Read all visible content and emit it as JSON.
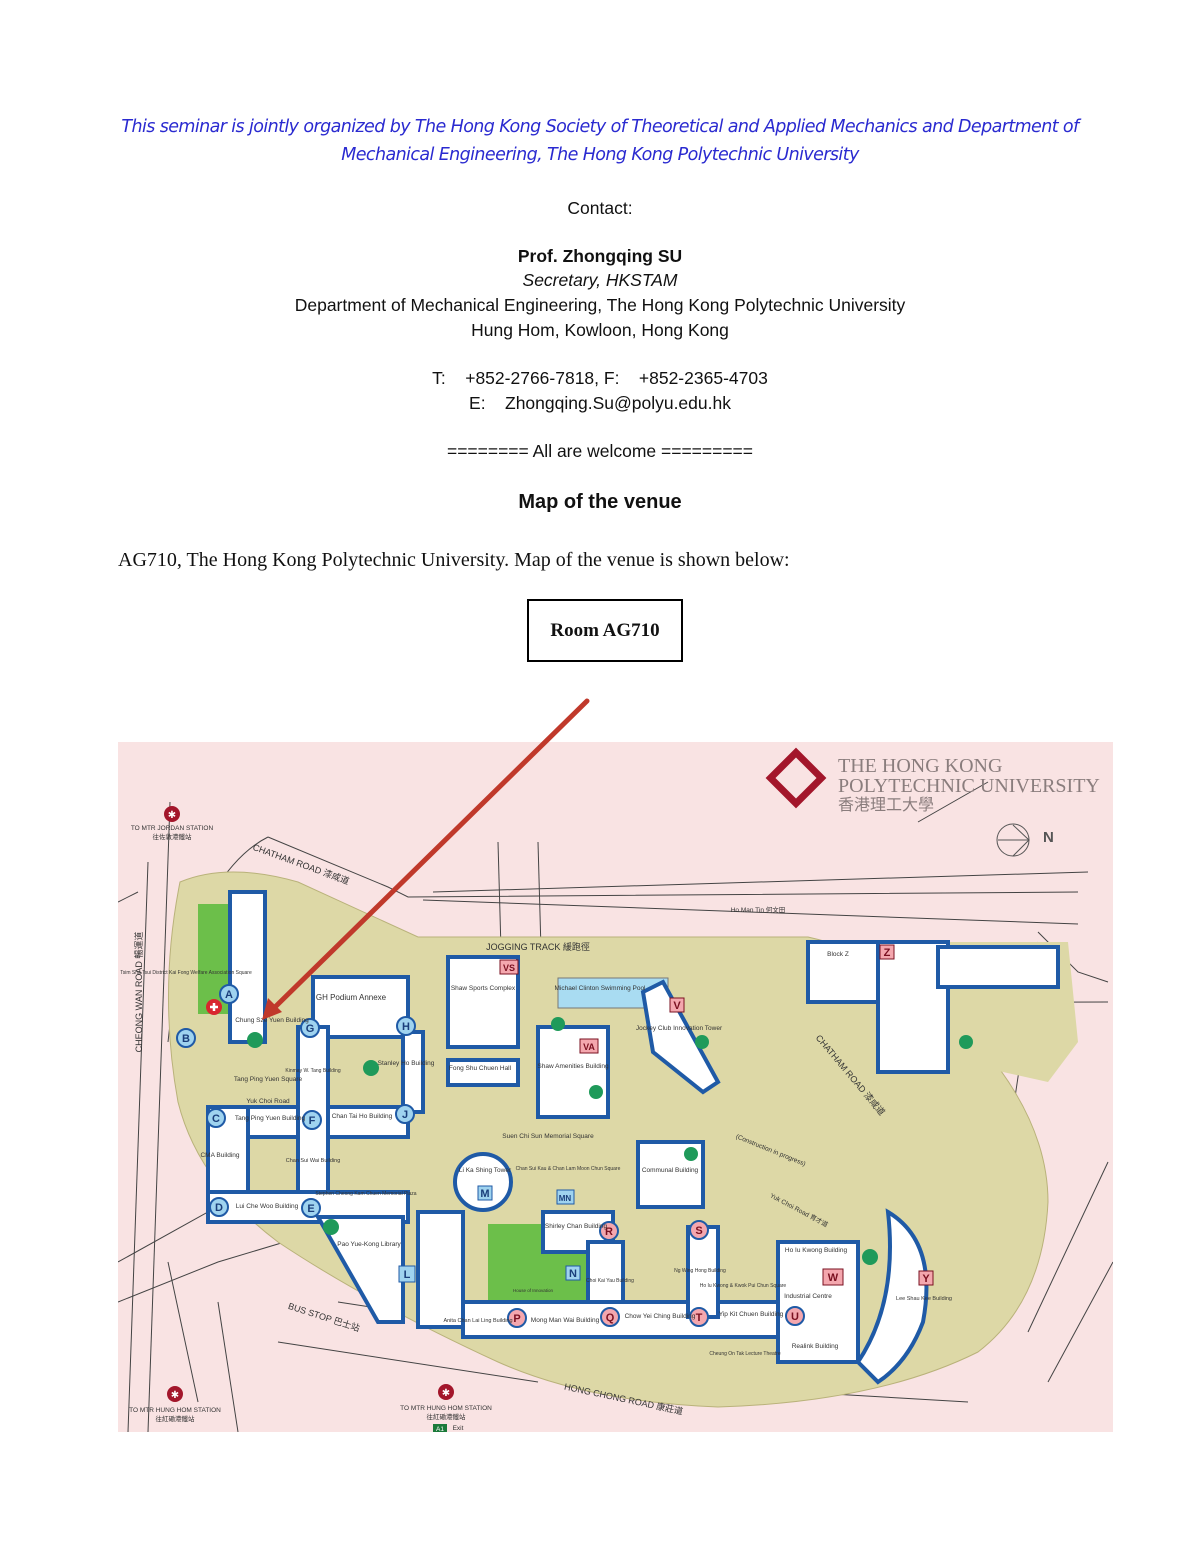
{
  "header": {
    "organizer_line1": "This seminar is jointly organized by The Hong Kong Society of Theoretical and Applied Mechanics and Department of",
    "organizer_line2": "Mechanical Engineering, The Hong Kong Polytechnic University"
  },
  "contact": {
    "label": "Contact:",
    "name": "Prof. Zhongqing SU",
    "title": "Secretary, HKSTAM",
    "department": "Department of Mechanical Engineering, The Hong Kong Polytechnic University",
    "address": "Hung Hom, Kowloon, Hong Kong",
    "phone_fax": "T:    +852-2766-7818, F:    +852-2365-4703",
    "email": "E:    Zhongqing.Su@polyu.edu.hk"
  },
  "welcome": "======== All are welcome =========",
  "map_section": {
    "heading": "Map of the venue",
    "intro": "AG710, The Hong Kong Polytechnic University. Map of the venue is shown below:",
    "room_label": "Room AG710",
    "arrow_color": "#c0392b"
  },
  "map": {
    "logo": {
      "line1": "THE HONG KONG",
      "line2": "POLYTECHNIC UNIVERSITY",
      "line3": "香港理工大學"
    },
    "north": "N",
    "roads": {
      "chatham": "CHATHAM ROAD 漆咸道",
      "chatham_right": "CHATHAM ROAD 漆咸道",
      "cheong_wan": "CHEONG WAN ROAD 暢運道",
      "hong_chong": "HONG CHONG ROAD 康莊道",
      "jogging": "JOGGING TRACK 緩跑徑",
      "ho_man_tin": "Ho Man Tin 何文田",
      "bus_stop": "BUS STOP 巴士站",
      "yuk_choi": "Yuk Choi Road 育才道",
      "construction": "(Construction in progress)",
      "mtr_jordan": "TO MTR JORDAN STATION",
      "mtr_jordan_zh": "往佐敦港鐵站",
      "mtr_hunghom_1": "TO MTR HUNG HOM STATION",
      "mtr_hunghom_1_zh": "往紅磡港鐵站",
      "mtr_hunghom_2": "TO MTR HUNG HOM STATION",
      "mtr_hunghom_2_zh": "往紅磡港鐵站",
      "exit": "Exit",
      "exit_a1": "A1"
    },
    "colors": {
      "background": "#f9e3e3",
      "campus": "#ddd8a6",
      "building": "#ffffff",
      "building_edge": "#1f5aa6",
      "core_blue": "#9fd3ef",
      "core_pink": "#f4a7ae",
      "green": "#6cbf4a",
      "restaurant": "#1f9a5a"
    },
    "markers_blue": [
      "A",
      "B",
      "C",
      "D",
      "E",
      "F",
      "G",
      "H",
      "J"
    ],
    "markers_pink": [
      "P",
      "Q",
      "R",
      "S",
      "T",
      "U"
    ],
    "markers_square": [
      "VS",
      "VA",
      "V",
      "Z",
      "M",
      "MN",
      "N",
      "L",
      "W",
      "Y"
    ],
    "buildings": {
      "chung_sze_yuen": "Chung Sze Yuen Building",
      "gh_podium": "GH Podium Annexe",
      "shaw_sports": "Shaw Sports Complex",
      "swimming_pool": "Michael Clinton Swimming Pool",
      "jockey_club_tower": "Jockey Club Innovation Tower",
      "shaw_amenities": "Shaw Amenities Building",
      "fong_shu_chuen": "Fong Shu Chuen Hall",
      "stanley_ho": "Stanley Ho Building",
      "kinmay_tang": "Kinmay W. Tang Building",
      "tang_ping_yuen_sq": "Tang Ping Yuen Square",
      "yuk_choi_road": "Yuk Choi Road",
      "tang_ping_yuen": "Tang Ping Yuen Building",
      "chan_tai_ho": "Chan Tai Ho Building",
      "cma": "CMA Building",
      "chan_sui_wai": "Chan Sui Wai Building",
      "lui_che_woo": "Lui Che Woo Building",
      "stephen_cheong": "Stephen Cheong Kam Chuen Memorial Plaza",
      "suen_chi_sun": "Suen Chi Sun Memorial Square",
      "li_ka_shing": "Li Ka Shing Tower",
      "chan_sui_kau": "Chan Sui Kau & Chan Lam Moon Chun Square",
      "communal": "Communal Building",
      "shirley_chan": "Shirley Chan Building",
      "pao_yue_kong": "Pao Yue-Kong Library",
      "anita_chan": "Anita Chan Lai Ling Building",
      "mong_man_wai": "Mong Man Wai Building",
      "choi_kai_yau": "Choi Kai Yau Building",
      "ng_wing_hong": "Ng Wing Hong Building",
      "ho_iu_kwong_sq": "Ho Iu Kwong & Kwok Pui Chun Square",
      "ho_iu_kwong": "Ho Iu Kwong Building",
      "industrial_centre": "Industrial Centre",
      "chow_yei_ching": "Chow Yei Ching Building",
      "yip_kit_chuen": "Yip Kit Chuen Building",
      "cheung_on_tak": "Cheung On Tak Lecture Theatre",
      "realink": "Realink Building",
      "lee_shau_kee": "Lee Shau Kee Building",
      "block_z": "Block Z",
      "tsim_sha_tsui": "Tsim Sha Tsui District Kai Fong Welfare Association Square",
      "house_of_innovation": "House of Innovation"
    }
  }
}
